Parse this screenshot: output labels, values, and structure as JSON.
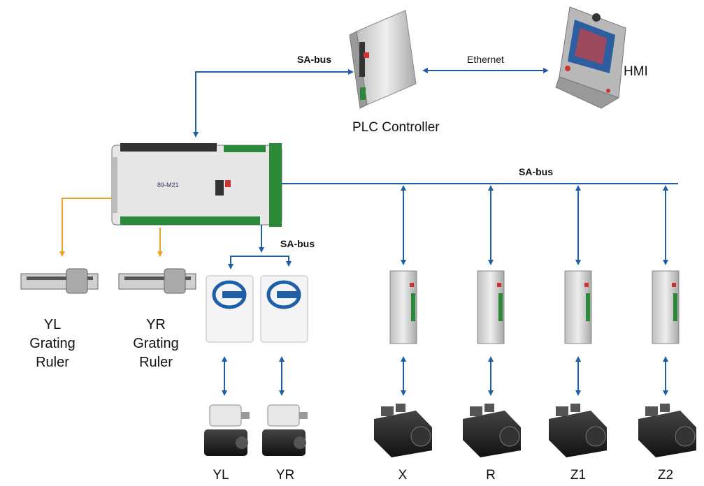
{
  "labels": {
    "sa_bus_top": "SA-bus",
    "ethernet": "Ethernet",
    "plc_controller": "PLC Controller",
    "hmi": "HMI",
    "sa_bus_main": "SA-bus",
    "sa_bus_sub": "SA-bus",
    "main_module_text": "89-M21"
  },
  "rulers": [
    {
      "id": "yl",
      "line1": "YL",
      "line2": "Grating",
      "line3": "Ruler"
    },
    {
      "id": "yr",
      "line1": "YR",
      "line2": "Grating",
      "line3": "Ruler"
    }
  ],
  "motors_left": [
    "YL",
    "YR"
  ],
  "axes": [
    "X",
    "R",
    "Z1",
    "Z2"
  ],
  "colors": {
    "bus_blue": "#1f5fa8",
    "analog_orange": "#f0a020",
    "device_grey": "#d9d9d9",
    "motor_dark": "#222222"
  }
}
